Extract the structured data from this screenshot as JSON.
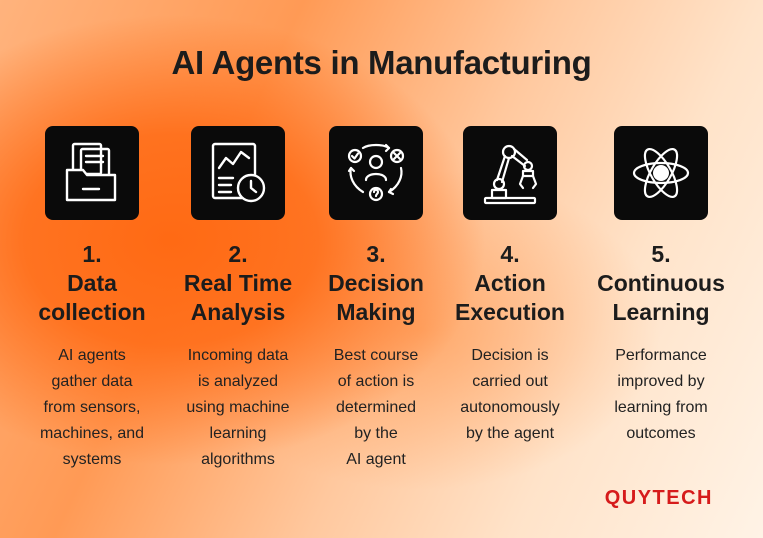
{
  "title": "AI Agents in Manufacturing",
  "steps": [
    {
      "number": "1.",
      "name": "Data\ncollection",
      "description": "AI agents\ngather data\nfrom sensors,\nmachines, and\nsystems",
      "icon": "folder-documents-icon"
    },
    {
      "number": "2.",
      "name": "Real Time\nAnalysis",
      "description": "Incoming data\nis analyzed\nusing machine\nlearning\nalgorithms",
      "icon": "chart-report-clock-icon"
    },
    {
      "number": "3.",
      "name": "Decision\nMaking",
      "description": "Best course\nof action is\ndetermined\nby the\nAI agent",
      "icon": "person-decision-cycle-icon"
    },
    {
      "number": "4.",
      "name": "Action\nExecution",
      "description": "Decision is\ncarried out\nautonomously\nby the agent",
      "icon": "robotic-arm-icon"
    },
    {
      "number": "5.",
      "name": "Continuous\nLearning",
      "description": "Performance\nimproved by\nlearning from\noutcomes",
      "icon": "atom-icon"
    }
  ],
  "brand": "QUYTECH",
  "colors": {
    "brand": "#d61b1b",
    "icon_bg": "#0a0a0a",
    "accent_orange": "#ff6a14"
  }
}
